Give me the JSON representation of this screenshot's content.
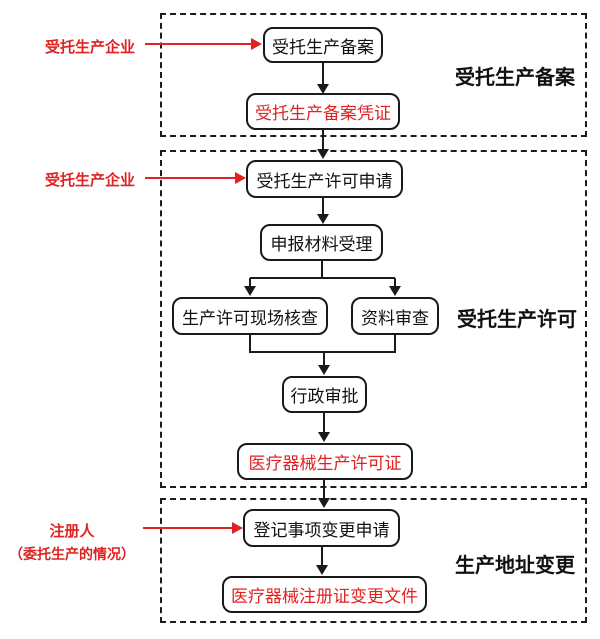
{
  "palette": {
    "red": "#e02222",
    "black": "#1a1a1a",
    "background": "#ffffff"
  },
  "sections": {
    "filing": {
      "title": "受托生产备案",
      "actor": "受托生产企业",
      "nodes": {
        "filing": "受托生产备案",
        "certificate": "受托生产备案凭证"
      }
    },
    "license": {
      "title": "受托生产许可",
      "actor": "受托生产企业",
      "nodes": {
        "application": "受托生产许可申请",
        "acceptance": "申报材料受理",
        "onsite_inspection": "生产许可现场核查",
        "document_review": "资料审查",
        "admin_approval": "行政审批",
        "license_cert": "医疗器械生产许可证"
      }
    },
    "address_change": {
      "title": "生产地址变更",
      "actor_line1": "注册人",
      "actor_line2": "（委托生产的情况）",
      "nodes": {
        "change_application": "登记事项变更申请",
        "change_document": "医疗器械注册证变更文件"
      }
    }
  }
}
